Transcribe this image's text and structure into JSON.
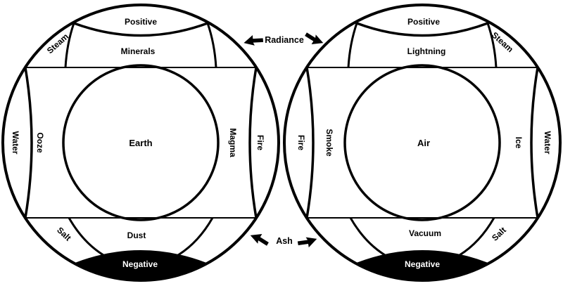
{
  "colors": {
    "ink": "#000000",
    "paper": "#ffffff"
  },
  "planes": {
    "earth": {
      "name": "Earth",
      "positive": "Positive",
      "negative": "Negative",
      "top_band": "Minerals",
      "bottom_band": "Dust",
      "upper_wedge": "Steam",
      "lower_wedge": "Salt",
      "outer_left": "Water",
      "inner_left": "Ooze",
      "inner_right": "Magma",
      "outer_right": "Fire"
    },
    "air": {
      "name": "Air",
      "positive": "Positive",
      "negative": "Negative",
      "top_band": "Lightning",
      "bottom_band": "Vacuum",
      "upper_wedge": "Steam",
      "lower_wedge": "Salt",
      "outer_left": "Fire",
      "inner_left": "Smoke",
      "inner_right": "Ice",
      "outer_right": "Water"
    }
  },
  "connectors": {
    "top": "Radiance",
    "bottom": "Ash"
  }
}
